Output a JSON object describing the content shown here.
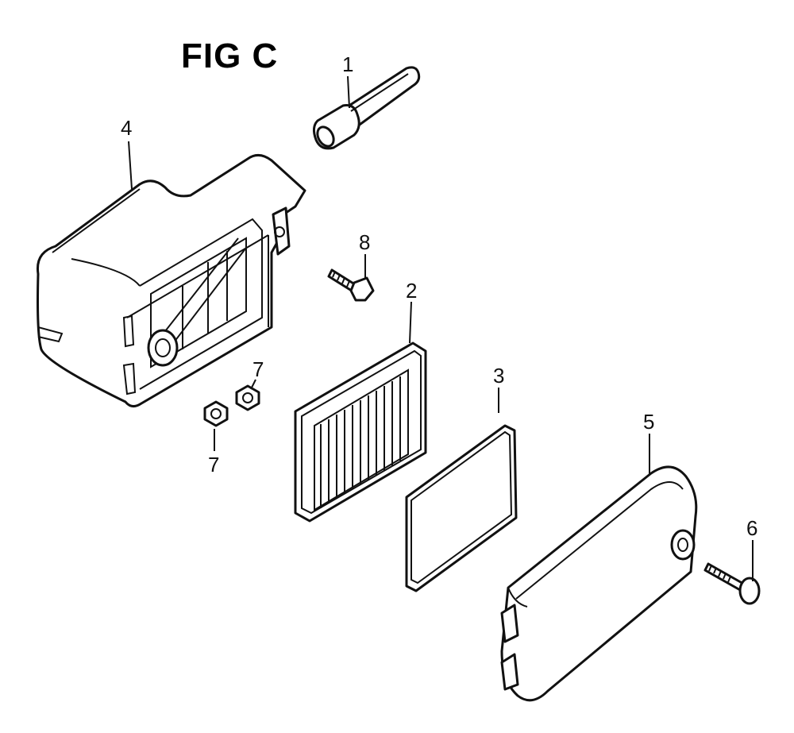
{
  "figure": {
    "title": "FIG C"
  },
  "callouts": [
    "1",
    "2",
    "3",
    "4",
    "5",
    "6",
    "7",
    "7",
    "8"
  ]
}
